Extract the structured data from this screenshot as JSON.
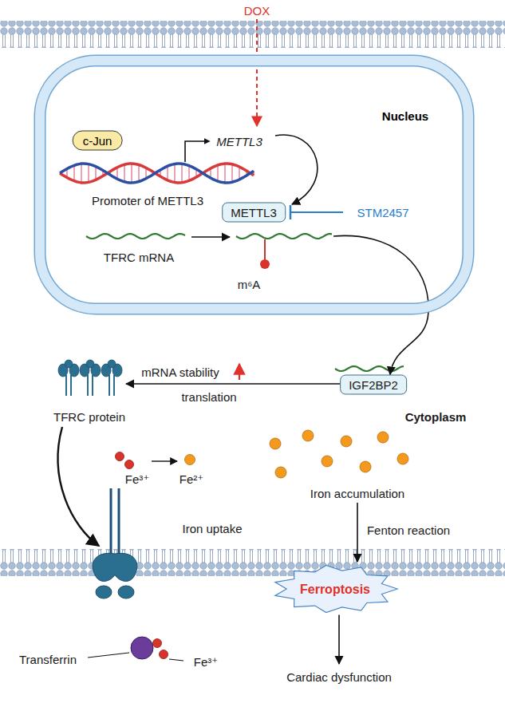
{
  "diagram": {
    "nodes": [
      {
        "text": [
          "Nucleus"
        ]
      },
      {
        "text": [
          "c-Jun"
        ],
        "in": 0
      },
      {
        "text": [
          "METTL3"
        ],
        "in": 0
      },
      {
        "text": [
          "IGF2BP2"
        ]
      },
      {
        "text": [
          "Ferroptosis"
        ]
      }
    ],
    "edges": [
      {
        "from": 0,
        "to": 3,
        "arrow": "to"
      }
    ],
    "labels": [
      "DOX",
      "METTL3",
      "Promoter of METTL3",
      "STM2457",
      "TFRC mRNA",
      "m⁶A",
      "mRNA stability",
      "translation",
      "TFRC protein",
      "Cytoplasm",
      "Fe³⁺",
      "Fe²⁺",
      "Iron accumulation",
      "Iron uptake",
      "Fenton reaction",
      "Cardiac dysfunction",
      "Transferrin",
      "Fe³⁺"
    ]
  }
}
